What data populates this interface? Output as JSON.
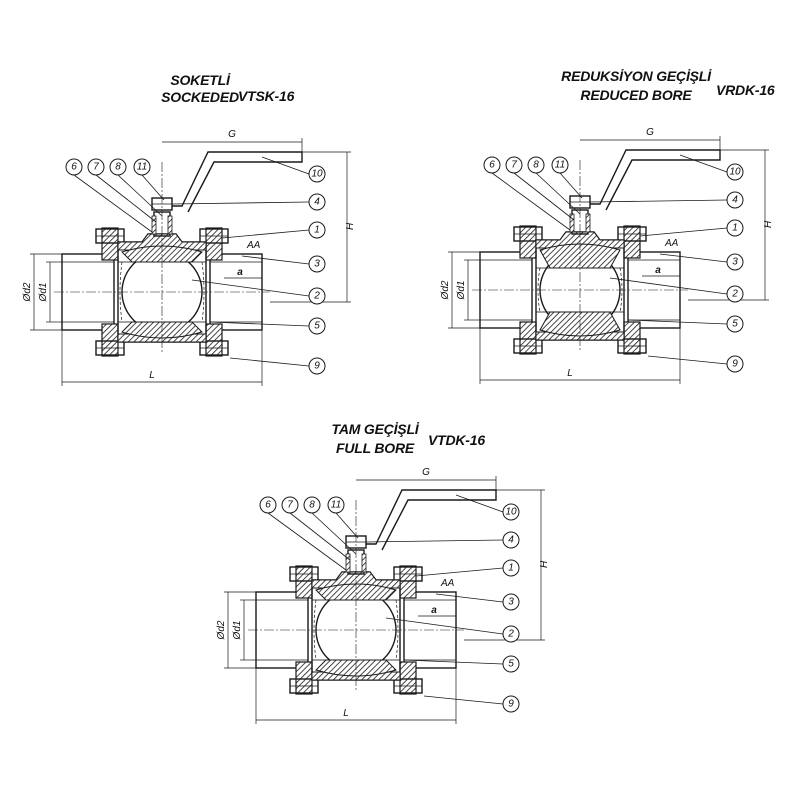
{
  "valves": [
    {
      "id": "vtsk",
      "title": [
        "SOKETLİ",
        "SOCKEDED"
      ],
      "code": "VTSK-16"
    },
    {
      "id": "vrdk",
      "title": [
        "REDUKSİYON GEÇİŞLİ",
        "REDUCED BORE"
      ],
      "code": "VRDK-16"
    },
    {
      "id": "vtdk",
      "title": [
        "TAM GEÇİŞLİ",
        "FULL BORE"
      ],
      "code": "VTDK-16"
    }
  ],
  "part_numbers": [
    "6",
    "7",
    "8",
    "11",
    "10",
    "4",
    "1",
    "3",
    "2",
    "5",
    "9"
  ],
  "dimension_labels": {
    "G": "G",
    "H": "H",
    "L": "L",
    "a": "a",
    "AA": "AA",
    "d1": "Ød1",
    "d2": "Ød2"
  }
}
